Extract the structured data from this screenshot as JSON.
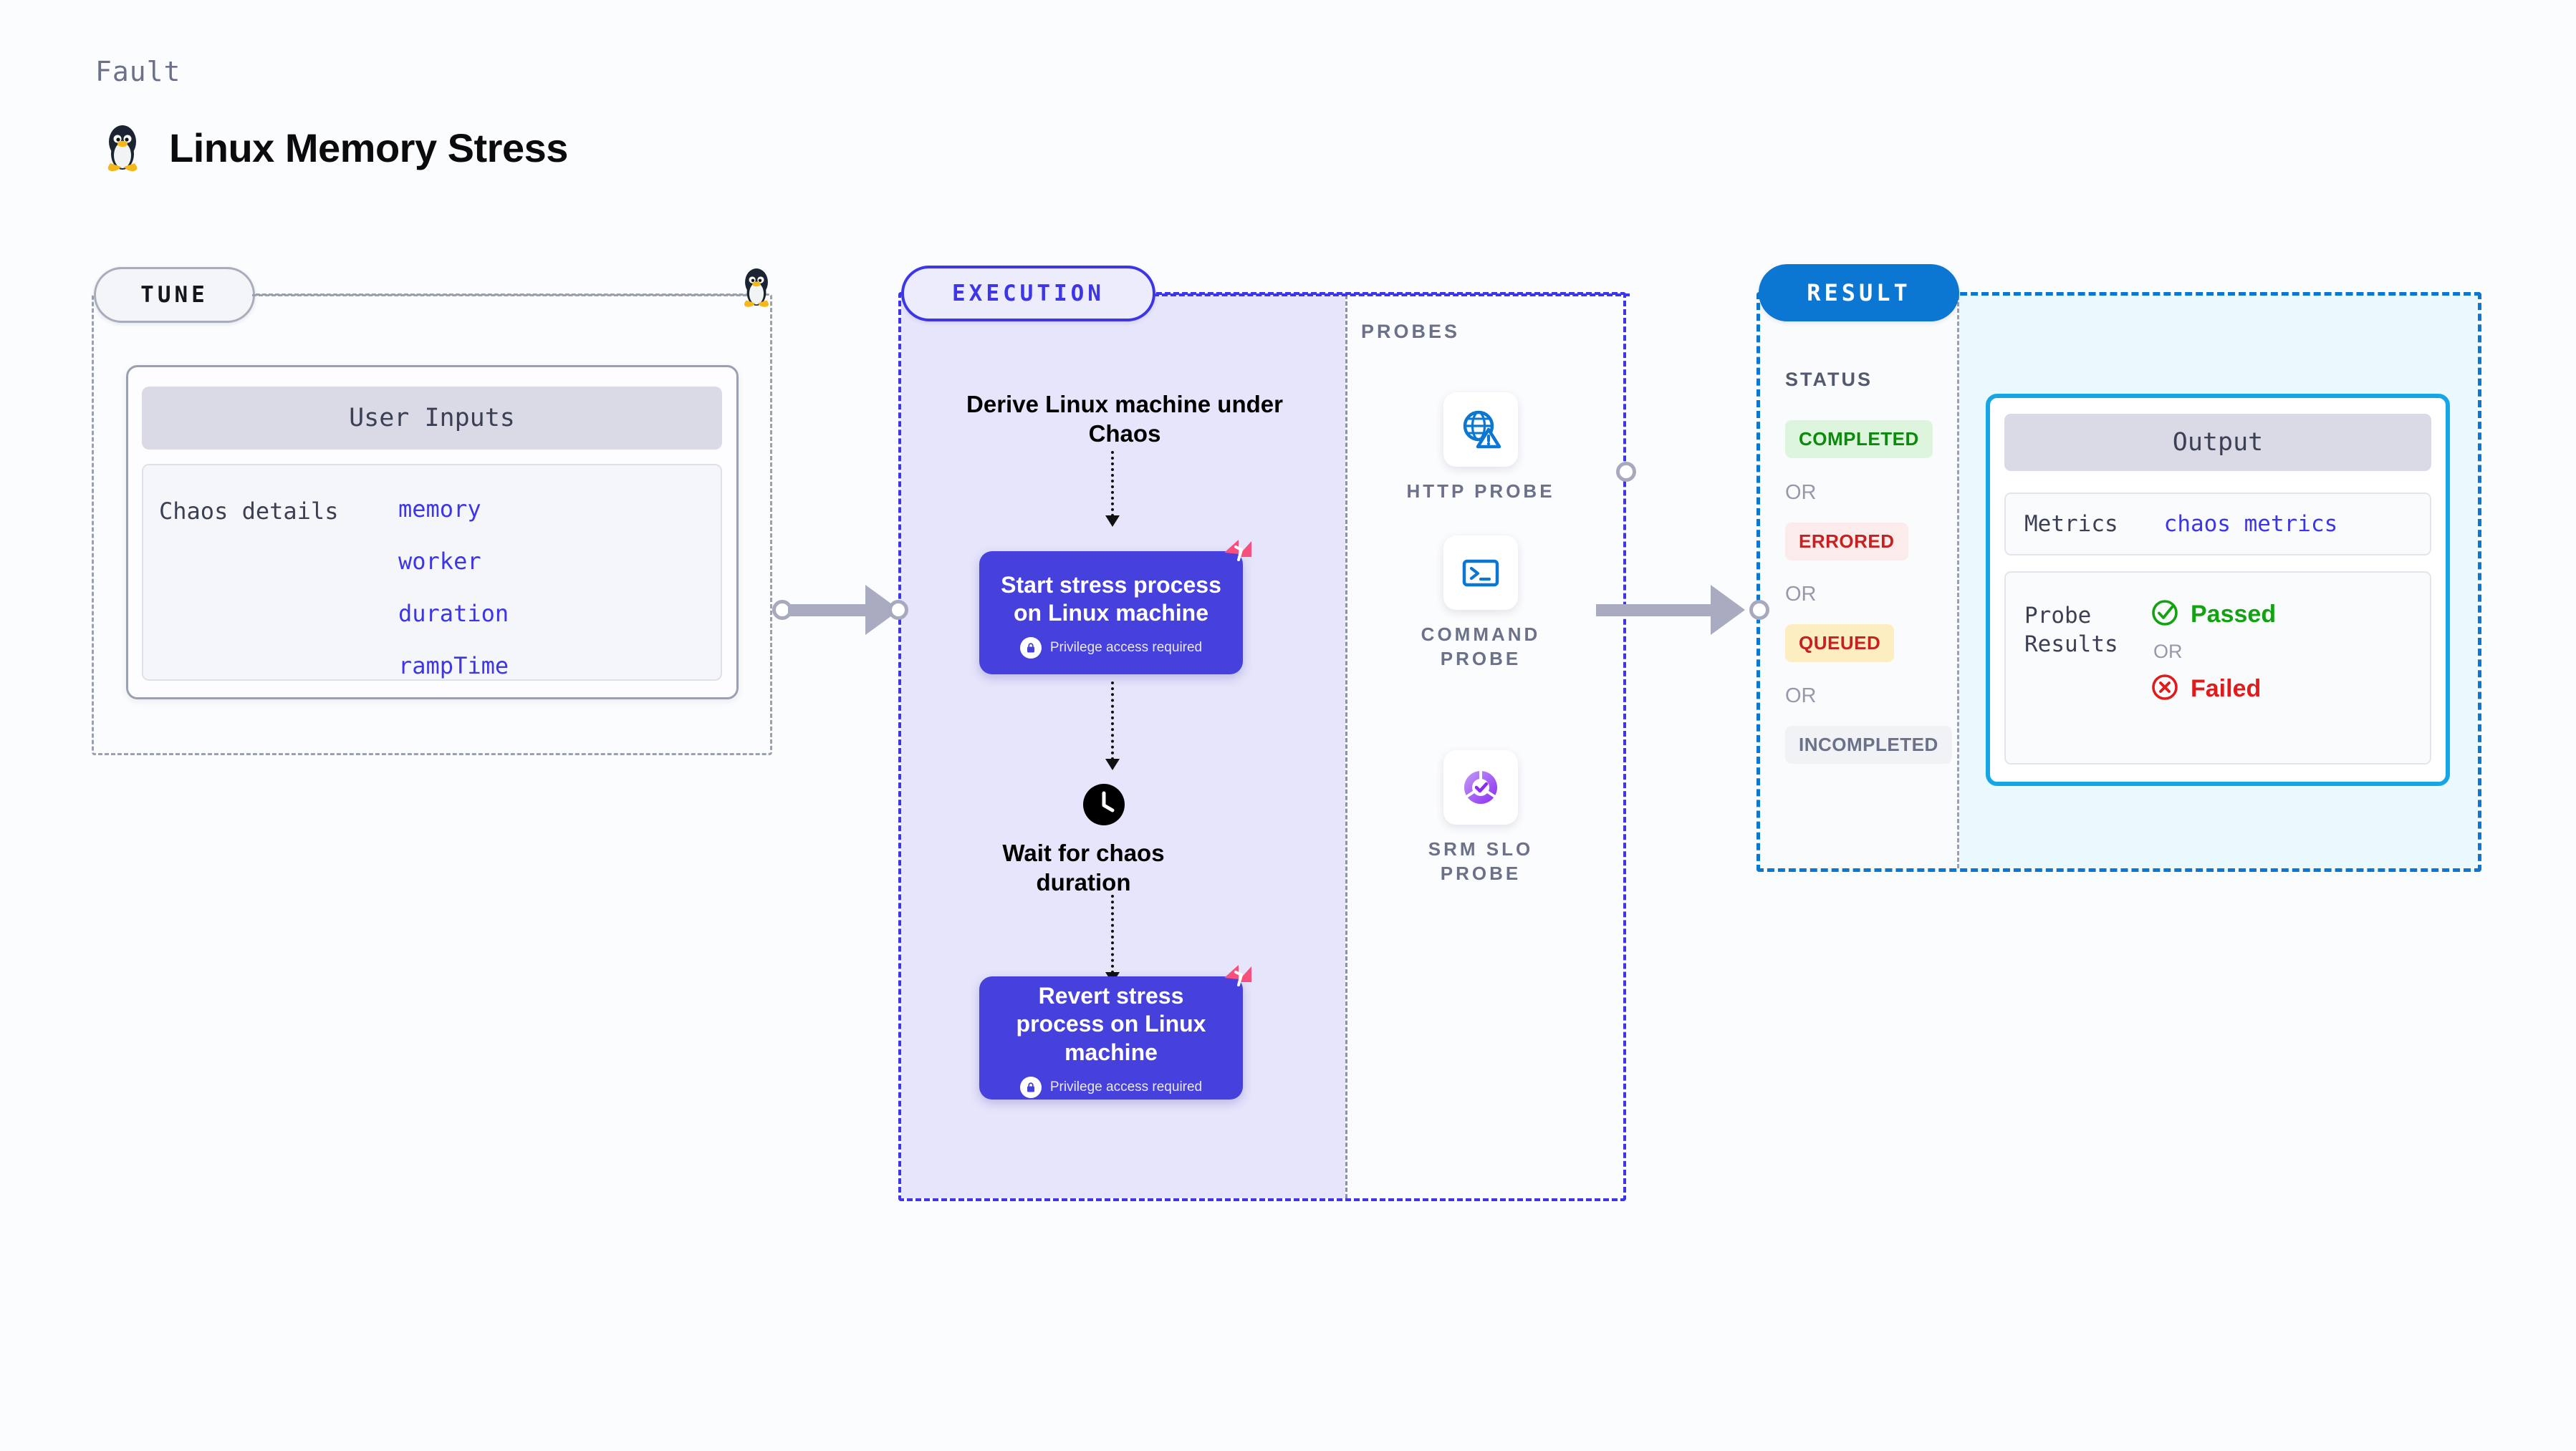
{
  "header": {
    "eyebrow": "Fault",
    "title": "Linux Memory Stress",
    "icon": "tux-penguin-icon"
  },
  "tune": {
    "pill_label": "TUNE",
    "border_icon": "tux-penguin-icon",
    "user_inputs_title": "User Inputs",
    "chaos_details_label": "Chaos details",
    "params": [
      "memory",
      "worker",
      "duration",
      "rampTime"
    ]
  },
  "execution": {
    "pill_label": "EXECUTION",
    "derive_step": "Derive Linux machine under Chaos",
    "steps": [
      {
        "title": "Start stress process on Linux machine",
        "privilege_note": "Privilege access required",
        "badge_icon": "harness-pink-icon",
        "lock_icon": "lock-icon"
      },
      {
        "title": "Revert stress process on Linux machine",
        "privilege_note": "Privilege access required",
        "badge_icon": "harness-pink-icon",
        "lock_icon": "lock-icon"
      }
    ],
    "wait_step": {
      "icon": "clock-icon",
      "label": "Wait for chaos duration"
    }
  },
  "probes": {
    "section_label": "PROBES",
    "items": [
      {
        "name": "HTTP  PROBE",
        "icon": "globe-warning-icon"
      },
      {
        "name": "COMMAND PROBE",
        "icon": "terminal-icon"
      },
      {
        "name": "SRM SLO PROBE",
        "icon": "srm-slo-donut-check-icon"
      }
    ]
  },
  "result": {
    "pill_label": "RESULT",
    "status_label": "STATUS",
    "or_label": "OR",
    "statuses": [
      {
        "label": "COMPLETED",
        "text_color": "#0c8a0c",
        "bg_color": "#dcf5dc"
      },
      {
        "label": "ERRORED",
        "text_color": "#c62020",
        "bg_color": "#fcebeb"
      },
      {
        "label": "QUEUED",
        "text_color": "#c62020",
        "bg_color": "#fdeec1"
      },
      {
        "label": "INCOMPLETED",
        "text_color": "#6b7188",
        "bg_color": "#f1f2f6"
      }
    ],
    "output": {
      "title": "Output",
      "metrics_label": "Metrics",
      "metrics_value": "chaos metrics",
      "probe_results_label": "Probe Results",
      "passed_label": "Passed",
      "failed_label": "Failed",
      "or_label": "OR",
      "passed_icon": "check-circle-icon",
      "failed_icon": "x-circle-icon"
    }
  },
  "colors": {
    "page_bg": "#fbfcfe",
    "indigo": "#3d35e8",
    "card_indigo": "#4640dc",
    "exec_bg": "#e6e5fb",
    "result_blue": "#0c77d2",
    "output_border": "#16a6e4",
    "output_bg": "#e9f9fe",
    "pink_badge": "#f8507e",
    "arrow_gray": "#a9abc0"
  }
}
